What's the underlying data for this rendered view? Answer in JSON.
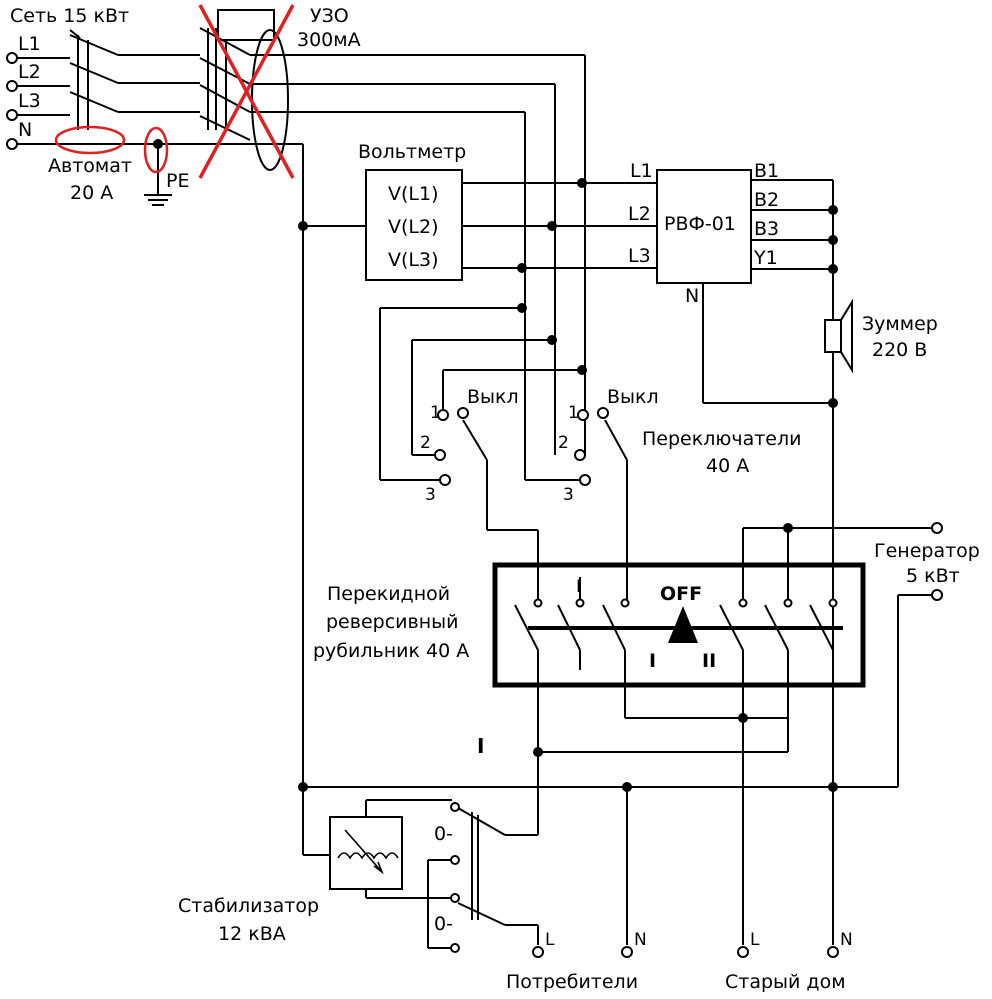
{
  "source": {
    "title": "Сеть 15 кВт",
    "phases": [
      "L1",
      "L2",
      "L3",
      "N"
    ],
    "breaker_label": "Автомат",
    "breaker_rating": "20 А",
    "ground_label": "PE"
  },
  "rcd": {
    "label": "УЗО",
    "rating": "300мА"
  },
  "voltmeter": {
    "title": "Вольтметр",
    "channels": [
      "V(L1)",
      "V(L2)",
      "V(L3)"
    ]
  },
  "relay": {
    "name": "РВФ-01",
    "inputs": [
      "L1",
      "L2",
      "L3"
    ],
    "outputs": [
      "B1",
      "B2",
      "B3",
      "Y1"
    ],
    "neutral": "N"
  },
  "buzzer": {
    "label": "Зуммер",
    "rating": "220 В"
  },
  "selectors": {
    "title": "Переключатели",
    "rating": "40 А",
    "off_label": "Выкл",
    "positions": [
      "1",
      "2",
      "3"
    ]
  },
  "generator": {
    "label": "Генератор",
    "rating": "5 кВт"
  },
  "transfer_switch": {
    "label_lines": [
      "Перекидной",
      "реверсивный",
      "рубильник 40 А"
    ],
    "off_label": "OFF",
    "pos_one": "I",
    "pos_two": "II",
    "pos_one_top": "I",
    "line_marker": "I"
  },
  "stabilizer": {
    "label": "Стабилизатор",
    "rating": "12 кВА",
    "bypass_marks": [
      "0-",
      "0-"
    ]
  },
  "outputs": {
    "consumers": {
      "label": "Потребители",
      "terminals": [
        "L",
        "N"
      ]
    },
    "old_house": {
      "label": "Старый дом",
      "terminals": [
        "L",
        "N"
      ]
    }
  }
}
